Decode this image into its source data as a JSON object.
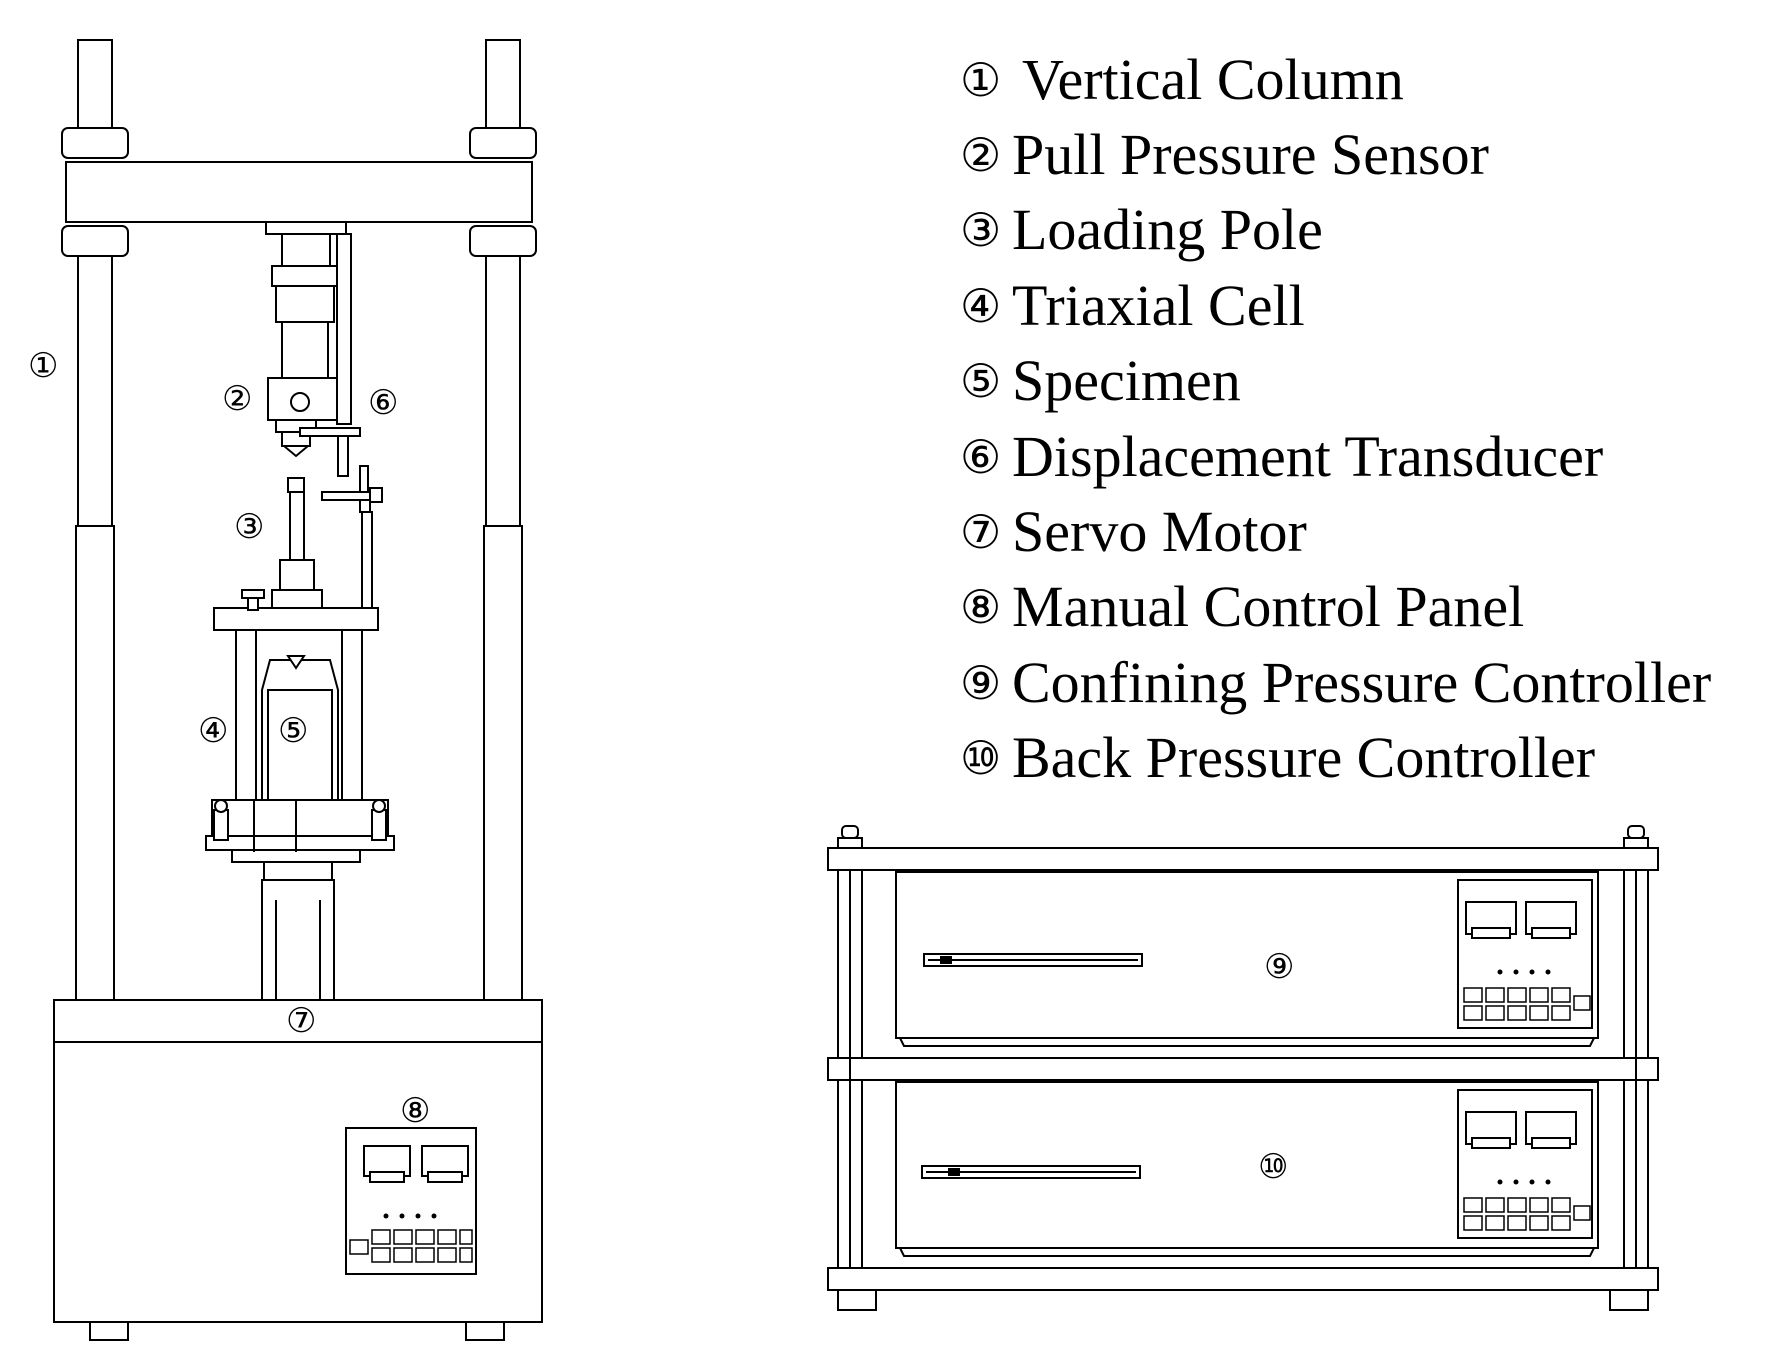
{
  "legend": [
    {
      "num": "①",
      "label": "Vertical Column"
    },
    {
      "num": "②",
      "label": "Pull Pressure Sensor"
    },
    {
      "num": "③",
      "label": "Loading Pole"
    },
    {
      "num": "④",
      "label": "Triaxial Cell"
    },
    {
      "num": "⑤",
      "label": "Specimen"
    },
    {
      "num": "⑥",
      "label": "Displacement Transducer"
    },
    {
      "num": "⑦",
      "label": "Servo Motor"
    },
    {
      "num": "⑧",
      "label": "Manual Control Panel"
    },
    {
      "num": "⑨",
      "label": "Confining Pressure Controller"
    },
    {
      "num": "⑩",
      "label": "Back Pressure Controller"
    }
  ],
  "callouts": {
    "c1": "①",
    "c2": "②",
    "c3": "③",
    "c4": "④",
    "c5": "⑤",
    "c6": "⑥",
    "c7": "⑦",
    "c8": "⑧",
    "c9": "⑨",
    "c10": "⑩"
  },
  "colors": {
    "line": "#000000",
    "background": "#ffffff"
  }
}
